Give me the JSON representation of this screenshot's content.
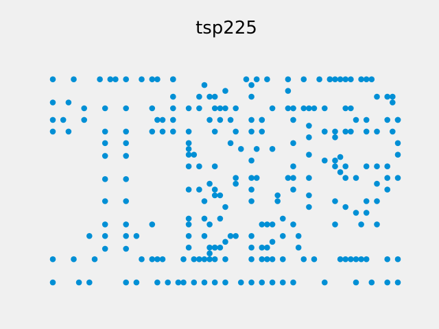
{
  "chart_data": {
    "type": "scatter",
    "title": "tsp225",
    "xlabel": "",
    "ylabel": "",
    "xlim": [
      0,
      332
    ],
    "ylim": [
      0,
      209
    ],
    "axes_visible": false,
    "grid": false,
    "color": "#008fd5",
    "points": [
      [
        0,
        185
      ],
      [
        0,
        165
      ],
      [
        0,
        150
      ],
      [
        0,
        140
      ],
      [
        0,
        30
      ],
      [
        0,
        10
      ],
      [
        20,
        185
      ],
      [
        20,
        30
      ],
      [
        15,
        165
      ],
      [
        15,
        140
      ],
      [
        10,
        150
      ],
      [
        25,
        10
      ],
      [
        30,
        150
      ],
      [
        30,
        160
      ],
      [
        40,
        30
      ],
      [
        35,
        50
      ],
      [
        35,
        10
      ],
      [
        45,
        185
      ],
      [
        50,
        160
      ],
      [
        50,
        140
      ],
      [
        50,
        119
      ],
      [
        50,
        99
      ],
      [
        50,
        80
      ],
      [
        50,
        60
      ],
      [
        50,
        39
      ],
      [
        50,
        50
      ],
      [
        50,
        130
      ],
      [
        55,
        185
      ],
      [
        60,
        185
      ],
      [
        70,
        185
      ],
      [
        70,
        160
      ],
      [
        70,
        140
      ],
      [
        70,
        119
      ],
      [
        70,
        99
      ],
      [
        70,
        80
      ],
      [
        70,
        60
      ],
      [
        70,
        39
      ],
      [
        70,
        50
      ],
      [
        70,
        130
      ],
      [
        70,
        10
      ],
      [
        85,
        185
      ],
      [
        80,
        50
      ],
      [
        85,
        30
      ],
      [
        80,
        10
      ],
      [
        95,
        60
      ],
      [
        95,
        30
      ],
      [
        95,
        185
      ],
      [
        100,
        185
      ],
      [
        95,
        160
      ],
      [
        100,
        150
      ],
      [
        95,
        140
      ],
      [
        100,
        10
      ],
      [
        100,
        30
      ],
      [
        105,
        150
      ],
      [
        105,
        140
      ],
      [
        105,
        30
      ],
      [
        110,
        10
      ],
      [
        120,
        10
      ],
      [
        115,
        185
      ],
      [
        115,
        170
      ],
      [
        115,
        160
      ],
      [
        115,
        150
      ],
      [
        115,
        140
      ],
      [
        115,
        185
      ],
      [
        125,
        30
      ],
      [
        125,
        10
      ],
      [
        135,
        10
      ],
      [
        130,
        160
      ],
      [
        130,
        140
      ],
      [
        130,
        130
      ],
      [
        130,
        125
      ],
      [
        130,
        120
      ],
      [
        130,
        110
      ],
      [
        130,
        90
      ],
      [
        130,
        130
      ],
      [
        130,
        65
      ],
      [
        130,
        50
      ],
      [
        130,
        60
      ],
      [
        130,
        40
      ],
      [
        135,
        30
      ],
      [
        140,
        30
      ],
      [
        145,
        30
      ],
      [
        150,
        30
      ],
      [
        145,
        10
      ],
      [
        155,
        10
      ],
      [
        135,
        120
      ],
      [
        140,
        90
      ],
      [
        140,
        110
      ],
      [
        145,
        80
      ],
      [
        140,
        160
      ],
      [
        140,
        170
      ],
      [
        145,
        65
      ],
      [
        145,
        50
      ],
      [
        150,
        95
      ],
      [
        150,
        60
      ],
      [
        145,
        180
      ],
      [
        150,
        40
      ],
      [
        155,
        40
      ],
      [
        150,
        150
      ],
      [
        150,
        170
      ],
      [
        155,
        160
      ],
      [
        160,
        150
      ],
      [
        155,
        140
      ],
      [
        155,
        110
      ],
      [
        155,
        90
      ],
      [
        160,
        85
      ],
      [
        155,
        85
      ],
      [
        160,
        65
      ],
      [
        155,
        30
      ],
      [
        165,
        30
      ],
      [
        165,
        10
      ],
      [
        160,
        40
      ],
      [
        150,
        35
      ],
      [
        155,
        40
      ],
      [
        155,
        170
      ],
      [
        165,
        175
      ],
      [
        160,
        160
      ],
      [
        165,
        160
      ],
      [
        175,
        160
      ],
      [
        170,
        150
      ],
      [
        165,
        75
      ],
      [
        170,
        50
      ],
      [
        165,
        45
      ],
      [
        175,
        50
      ],
      [
        180,
        10
      ],
      [
        175,
        140
      ],
      [
        170,
        130
      ],
      [
        180,
        125
      ],
      [
        175,
        100
      ],
      [
        175,
        95
      ],
      [
        190,
        50
      ],
      [
        190,
        40
      ],
      [
        185,
        185
      ],
      [
        190,
        180
      ],
      [
        190,
        170
      ],
      [
        190,
        150
      ],
      [
        190,
        140
      ],
      [
        190,
        115
      ],
      [
        190,
        100
      ],
      [
        190,
        90
      ],
      [
        190,
        80
      ],
      [
        195,
        185
      ],
      [
        195,
        125
      ],
      [
        195,
        100
      ],
      [
        200,
        150
      ],
      [
        200,
        40
      ],
      [
        200,
        30
      ],
      [
        190,
        30
      ],
      [
        190,
        10
      ],
      [
        200,
        10
      ],
      [
        205,
        30
      ],
      [
        205,
        40
      ],
      [
        200,
        60
      ],
      [
        205,
        60
      ],
      [
        210,
        60
      ],
      [
        210,
        45
      ],
      [
        210,
        30
      ],
      [
        210,
        10
      ],
      [
        205,
        185
      ],
      [
        200,
        150
      ],
      [
        200,
        140
      ],
      [
        210,
        125
      ],
      [
        210,
        160
      ],
      [
        220,
        10
      ],
      [
        215,
        80
      ],
      [
        215,
        85
      ],
      [
        220,
        50
      ],
      [
        220,
        30
      ],
      [
        220,
        65
      ],
      [
        230,
        10
      ],
      [
        225,
        100
      ],
      [
        225,
        185
      ],
      [
        225,
        175
      ],
      [
        225,
        160
      ],
      [
        235,
        50
      ],
      [
        235,
        40
      ],
      [
        230,
        160
      ],
      [
        240,
        160
      ],
      [
        240,
        30
      ],
      [
        240,
        185
      ],
      [
        245,
        160
      ],
      [
        250,
        160
      ],
      [
        260,
        160
      ],
      [
        250,
        30
      ],
      [
        260,
        10
      ],
      [
        255,
        185
      ],
      [
        265,
        185
      ],
      [
        270,
        185
      ],
      [
        275,
        185
      ],
      [
        280,
        160
      ],
      [
        285,
        160
      ],
      [
        260,
        140
      ],
      [
        245,
        145
      ],
      [
        245,
        135
      ],
      [
        245,
        120
      ],
      [
        245,
        100
      ],
      [
        245,
        85
      ],
      [
        245,
        75
      ],
      [
        270,
        135
      ],
      [
        270,
        110
      ],
      [
        270,
        80
      ],
      [
        270,
        60
      ],
      [
        260,
        115
      ],
      [
        270,
        115
      ],
      [
        275,
        118
      ],
      [
        280,
        110
      ],
      [
        275,
        105
      ],
      [
        275,
        30
      ],
      [
        280,
        30
      ],
      [
        285,
        30
      ],
      [
        290,
        30
      ],
      [
        295,
        30
      ],
      [
        300,
        30
      ],
      [
        290,
        10
      ],
      [
        305,
        10
      ],
      [
        320,
        10
      ],
      [
        330,
        10
      ],
      [
        320,
        30
      ],
      [
        330,
        30
      ],
      [
        280,
        100
      ],
      [
        290,
        100
      ],
      [
        300,
        110
      ],
      [
        310,
        110
      ],
      [
        320,
        100
      ],
      [
        330,
        100
      ],
      [
        290,
        150
      ],
      [
        300,
        150
      ],
      [
        310,
        140
      ],
      [
        320,
        150
      ],
      [
        330,
        150
      ],
      [
        325,
        140
      ],
      [
        300,
        140
      ],
      [
        310,
        95
      ],
      [
        320,
        110
      ],
      [
        300,
        80
      ],
      [
        310,
        80
      ],
      [
        320,
        90
      ],
      [
        290,
        70
      ],
      [
        300,
        70
      ],
      [
        280,
        75
      ],
      [
        295,
        60
      ],
      [
        310,
        60
      ],
      [
        310,
        170
      ],
      [
        320,
        170
      ],
      [
        325,
        165
      ],
      [
        325,
        170
      ],
      [
        330,
        150
      ],
      [
        330,
        130
      ],
      [
        330,
        120
      ],
      [
        305,
        185
      ],
      [
        300,
        185
      ],
      [
        295,
        185
      ],
      [
        285,
        185
      ],
      [
        280,
        185
      ],
      [
        265,
        185
      ],
      [
        270,
        140
      ],
      [
        280,
        140
      ],
      [
        285,
        140
      ],
      [
        260,
        140
      ],
      [
        230,
        160
      ],
      [
        230,
        150
      ],
      [
        230,
        130
      ],
      [
        230,
        110
      ],
      [
        230,
        100
      ],
      [
        230,
        90
      ],
      [
        230,
        60
      ]
    ]
  }
}
